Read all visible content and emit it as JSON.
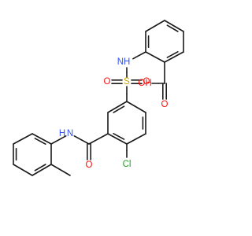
{
  "colors": {
    "background": "#ffffff",
    "carbon_bond": "#1a1a1a",
    "oxygen": "#ff0d0d",
    "nitrogen": "#3050f8",
    "sulfur": "#c9a200",
    "chlorine": "#1fa01f"
  },
  "atom_labels": {
    "carboxyl_oh": "OH",
    "carboxyl_o": "O",
    "sulfonamide_nh": "NH",
    "sulfur": "S",
    "sulfonyl_o_left": "O",
    "sulfonyl_o_right": "O",
    "amide_nh": "H",
    "amide_n": "N",
    "amide_o": "O",
    "chlorine": "Cl"
  }
}
